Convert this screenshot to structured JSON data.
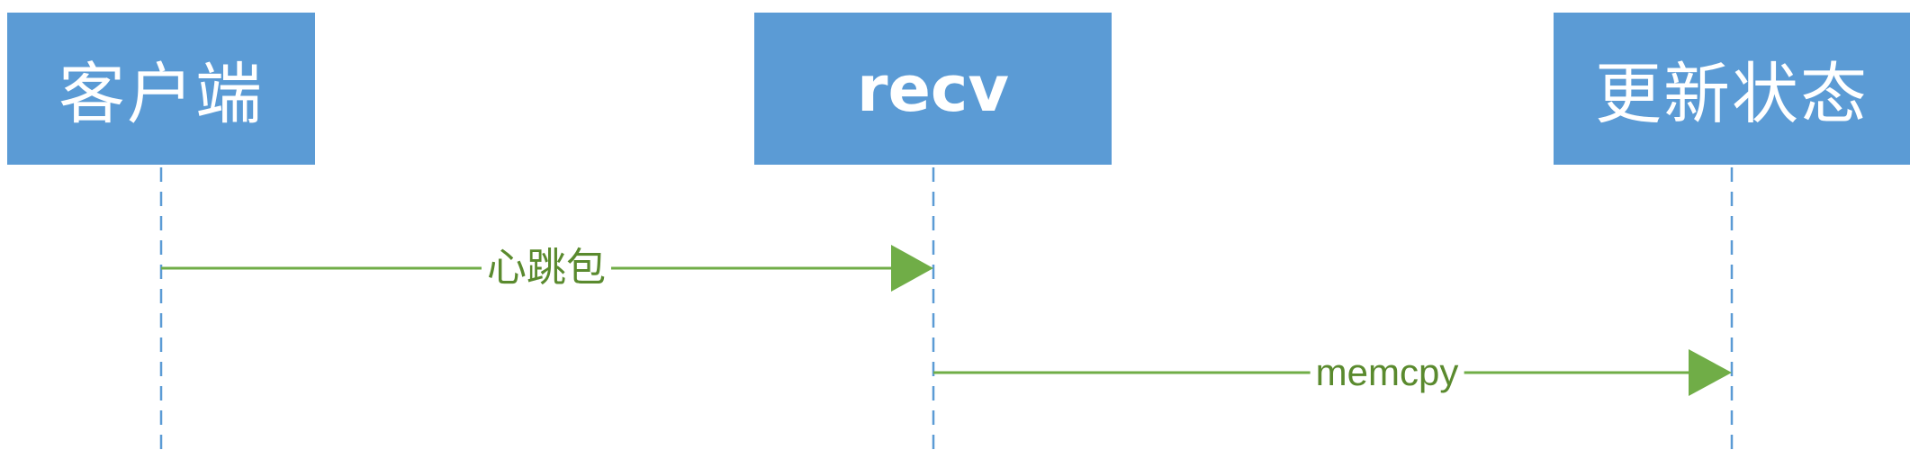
{
  "participants": [
    {
      "id": "client",
      "label": "客户端"
    },
    {
      "id": "recv",
      "label": "recv"
    },
    {
      "id": "update",
      "label": "更新状态"
    }
  ],
  "messages": [
    {
      "from": "client",
      "to": "recv",
      "label": "心跳包"
    },
    {
      "from": "recv",
      "to": "update",
      "label": "memcpy"
    }
  ],
  "colors": {
    "box_fill": "#5b9bd5",
    "box_text": "#ffffff",
    "lifeline": "#5b9bd5",
    "arrow": "#70ad47",
    "message_text": "#5a8a2e"
  }
}
